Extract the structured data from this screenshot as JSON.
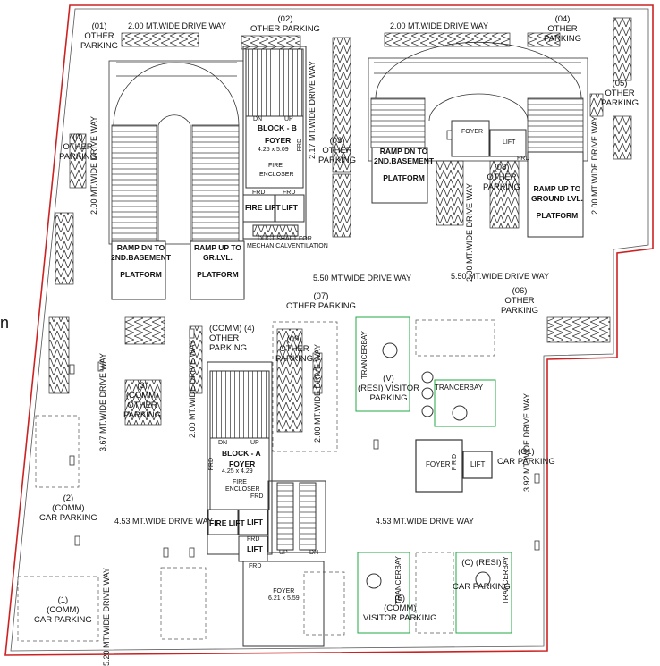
{
  "colors": {
    "outer_boundary": "#cc2222",
    "inner_wall": "#555555",
    "accessible_bay": "#22aa44",
    "ink": "#111111"
  },
  "parking": {
    "p01": {
      "num": "(01)",
      "type": "OTHER",
      "sub": "PARKING"
    },
    "p02": {
      "num": "(02)",
      "type": "OTHER PARKING"
    },
    "p04": {
      "num": "(04)",
      "type": "OTHER",
      "sub": "PARKING"
    },
    "p05": {
      "num": "(05)",
      "type": "OTHER",
      "sub": "PARKING"
    },
    "p0": {
      "num": "(0)",
      "type": "OTHER",
      "sub": "PARKING"
    },
    "p03": {
      "num": "(03)",
      "type": "OTHER",
      "sub": "PARKING"
    },
    "p08": {
      "num": "(08)",
      "type": "OTHER",
      "sub": "PARKING"
    },
    "p07": {
      "num": "(07)",
      "type": "OTHER PARKING"
    },
    "p06": {
      "num": "(06)",
      "type": "OTHER",
      "sub": "PARKING"
    },
    "p4": {
      "a": "(COMM)",
      "b": "OTHER",
      "c": "PARKING",
      "num": "(4)"
    },
    "p09": {
      "num": "(09)",
      "type": "OTHER",
      "sub": "PARKING"
    },
    "p3": {
      "num": "(3)",
      "a": "(COMM)",
      "b": "OTHER",
      "c": "PARKING"
    },
    "p2": {
      "num": "(2)",
      "a": "(COMM)",
      "b": "CAR PARKING"
    },
    "p1": {
      "num": "(1)",
      "a": "(COMM)",
      "b": "CAR PARKING"
    },
    "pV": {
      "num": "(V)",
      "a": "(RESI) VISITOR",
      "b": "PARKING"
    },
    "pC1": {
      "num": "(C1)",
      "a": "CAR PARKING"
    },
    "p5": {
      "num": "(5)",
      "a": "(COMM)",
      "b": "VISITOR PARKING"
    },
    "pC": {
      "num": "(C) (RESI)",
      "a": "CAR PARKING"
    }
  },
  "driveways": {
    "top_left": "2.00 MT.WIDE DRIVE WAY",
    "top_right": "2.00 MT.WIDE DRIVE WAY",
    "left_vertical": "2.00 MT.WIDE DRIVE WAY",
    "mid_217": "2.17 MT.WIDE DRIVE WAY",
    "right_vertical": "2.00 MT.WIDE DRIVE WAY",
    "mid_200a": "2.00 MT.WIDE DRIVE WAY",
    "center_550a": "5.50 MT.WIDE DRIVE WAY",
    "center_550b": "5.50 MT.WIDE DRIVE WAY",
    "left_367": "3.67 MT.WIDE DRIVE WAY",
    "mid_200b": "2.00 MT.WIDE DRIVE WAY",
    "mid_200c": "2.00 MT.WIDE DRIVE WAY",
    "right_392": "3.92 MT.WIDE DRIVE WAY",
    "bottom_453a": "4.53 MT.WIDE DRIVE WAY",
    "bottom_453b": "4.53 MT.WIDE DRIVE WAY",
    "bottom_520": "5.20 MT.WIDE DRIVE WAY"
  },
  "block_b": {
    "dn": "DN",
    "up": "UP",
    "title": "BLOCK - B",
    "foyer": "FOYER",
    "size": "4.25 x 5.09",
    "fire": "FIRE",
    "encloser": "ENCLOSER",
    "frd1": "FRD",
    "frd2": "FRD",
    "fire_lift": "FIRE LIFT",
    "lift": "LIFT",
    "vent": "DUCT SHAFT FOR",
    "vent2": "MECHANICALVENTILATION",
    "frd_side": "FRD"
  },
  "block_a": {
    "dn": "DN",
    "up": "UP",
    "title": "BLOCK - A",
    "foyer": "FOYER",
    "size": "4.25 x 4.29",
    "fire": "FIRE",
    "encloser": "ENCLOSER",
    "frd": "FRD",
    "fire_lift": "FIRE LIFT",
    "lift": "LIFT",
    "lift2": "LIFT",
    "frd2": "FRD",
    "frd3": "FRD",
    "frd_side": "FRD"
  },
  "ramps": {
    "left_dn_a": "RAMP DN TO",
    "left_dn_b": "2ND.BASEMENT",
    "left_dn_c": "PLATFORM",
    "left_up_a": "RAMP UP TO",
    "left_up_b": "GR.LVL.",
    "left_up_c": "PLATFORM",
    "right_dn_a": "RAMP DN TO",
    "right_dn_b": "2ND.BASEMENT",
    "right_dn_c": "PLATFORM",
    "right_up_a": "RAMP UP TO",
    "right_up_b": "GROUND LVL.",
    "right_up_c": "PLATFORM"
  },
  "rooms": {
    "foyer_top": "FOYER",
    "lift_top": "LIFT",
    "frd_top": "FRD",
    "foyer_mid": "FOYER",
    "frd_mid": "F R D",
    "lift_mid": "LIFT",
    "foyer_bottom": "FOYER",
    "foyer_bottom_size": "6.21 x 5.59",
    "stair_up": "UP",
    "stair_dn": "DN"
  },
  "bays": {
    "tb1": "TRANCERBAY",
    "tb2": "TRANCERBAY",
    "tb3": "TRANCERBAY",
    "tb4": "TRANCERBAY"
  },
  "edge_label": "n"
}
